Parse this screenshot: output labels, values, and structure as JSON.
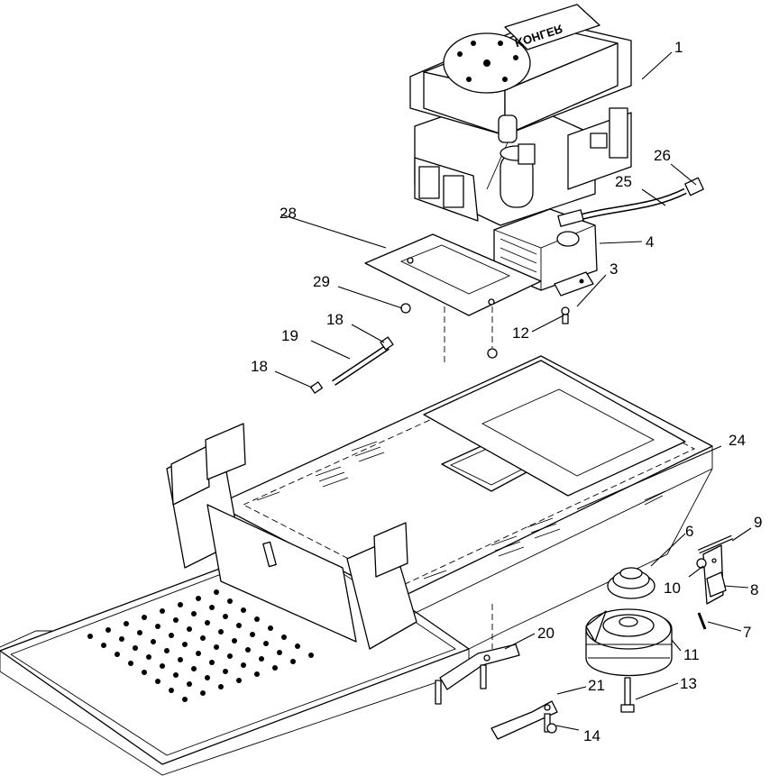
{
  "engine_logo": "KOHLER",
  "callouts": [
    {
      "id": "c1",
      "label": "1"
    },
    {
      "id": "c3",
      "label": "3"
    },
    {
      "id": "c4",
      "label": "4"
    },
    {
      "id": "c6",
      "label": "6"
    },
    {
      "id": "c7",
      "label": "7"
    },
    {
      "id": "c8",
      "label": "8"
    },
    {
      "id": "c9",
      "label": "9"
    },
    {
      "id": "c10",
      "label": "10"
    },
    {
      "id": "c11",
      "label": "11"
    },
    {
      "id": "c12",
      "label": "12"
    },
    {
      "id": "c13",
      "label": "13"
    },
    {
      "id": "c14",
      "label": "14"
    },
    {
      "id": "c18a",
      "label": "18"
    },
    {
      "id": "c18b",
      "label": "18"
    },
    {
      "id": "c19",
      "label": "19"
    },
    {
      "id": "c20",
      "label": "20"
    },
    {
      "id": "c21",
      "label": "21"
    },
    {
      "id": "c24",
      "label": "24"
    },
    {
      "id": "c25",
      "label": "25"
    },
    {
      "id": "c26",
      "label": "26"
    },
    {
      "id": "c28",
      "label": "28"
    },
    {
      "id": "c29",
      "label": "29"
    }
  ]
}
